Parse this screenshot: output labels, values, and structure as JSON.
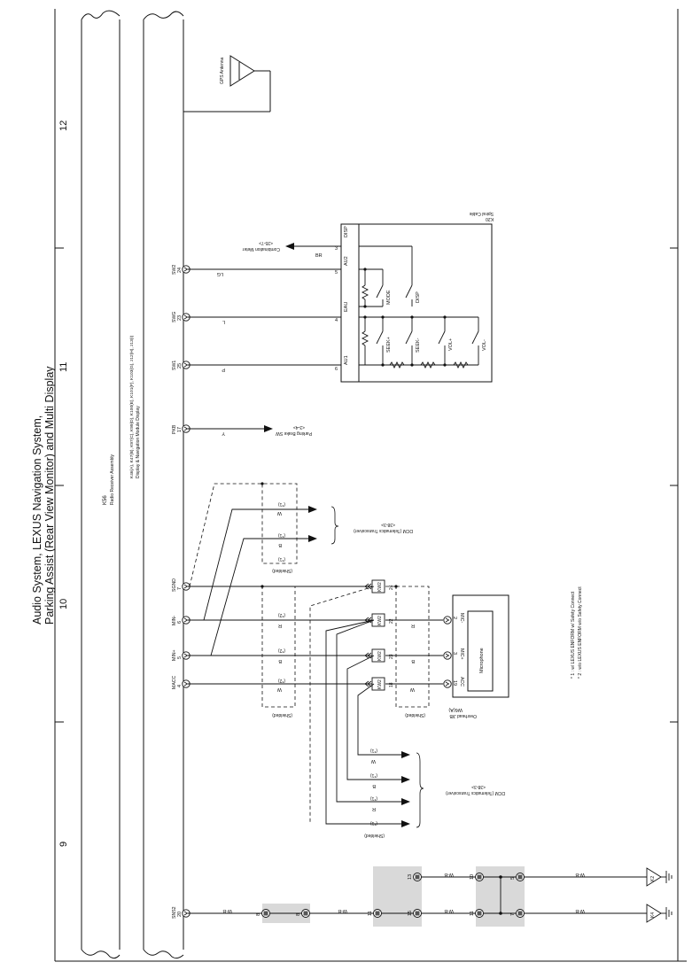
{
  "page": {
    "title_line1": "Audio System, LEXUS Navigation System,",
    "title_line2": "Parking Assist (Rear View Monitor) and Multi Display",
    "sheet_numbers": [
      "12",
      "11",
      "10",
      "9"
    ]
  },
  "components": {
    "radio": {
      "code": "K56",
      "name": "Radio Receiver Assembly"
    },
    "display": {
      "code": "K46(A), K47(B), K97(C), K99(D), K100(E), K101(F), K103(G), z12(H), z13(I)",
      "name": "Display & Navigation Module Display"
    },
    "gps": {
      "name": "GPS Antenna"
    },
    "spiral": {
      "code": "K20",
      "name": "Spiral Cable"
    },
    "overhead": {
      "code": "W6(A)",
      "name": "Overhead J/B",
      "inner": "Microphone"
    }
  },
  "pins": [
    {
      "name": "SW2",
      "num": "24"
    },
    {
      "name": "SWG",
      "num": "23"
    },
    {
      "name": "SW1",
      "num": "25"
    },
    {
      "name": "PKB",
      "num": "17"
    },
    {
      "name": "SGND",
      "num": "7"
    },
    {
      "name": "MIN-",
      "num": "6"
    },
    {
      "name": "MIN+",
      "num": "5"
    },
    {
      "name": "MACC",
      "num": "4"
    },
    {
      "name": "SNS2",
      "num": "20"
    }
  ],
  "wire_colors": {
    "sw2": "LG",
    "swg": "L",
    "sw1": "P",
    "pkb": "Y",
    "min_minus": "R",
    "min_plus": "B",
    "macc": "W",
    "dcm_w": "W",
    "dcm_b": "B",
    "disp": "BR",
    "sns": "W-B"
  },
  "spiral_terms": {
    "labels": [
      "DISP",
      "AU2",
      "EAU",
      "AU1"
    ],
    "nums": [
      "3",
      "5",
      "4",
      "6"
    ],
    "switches": [
      "MODE",
      "DISP",
      "SEEK+",
      "SEEK-",
      "VOL+",
      "VOL-"
    ]
  },
  "refs": {
    "comb_meter": "Combination Meter",
    "comb_meter_ref": "<35-7>",
    "parking_brake": "Parking Brake SW",
    "parking_brake_ref": "<3-4>",
    "dcm": "DCM (Telematics Transceiver)",
    "dcm_ref1": "<38-3>",
    "dcm_ref2": "<38-3>"
  },
  "shielded": "(Shielded)",
  "marks": {
    "star1": "(*1)",
    "star2": "(*2)"
  },
  "notes": [
    "* 1 : w/ LEXUS ENFORM w/ Safety Connect",
    "* 2 : w/o LEXUS ENFORM w/o Safety Connect"
  ],
  "kw": {
    "sgnd": "KW2",
    "min_minus": "KW2",
    "min_plus": "KW2",
    "macc": "KW2"
  },
  "kw_pins": {
    "sgnd": "24",
    "min_minus": "22",
    "min_plus": "23",
    "macc": "18"
  },
  "mic_pins": [
    {
      "name": "MIC-",
      "num": "2"
    },
    {
      "name": "MIC+",
      "num": "3"
    },
    {
      "name": "ACC",
      "num": "19"
    }
  ],
  "ground": {
    "conn1": {
      "left": "8",
      "right": "8"
    },
    "bottom_left": {
      "top": "11",
      "bottom": "15"
    },
    "bottom_right": {
      "top": "11",
      "bottom": "7"
    },
    "top_left": {
      "top": "13"
    },
    "top_right": {
      "top": "10",
      "bottom": "5"
    },
    "grounds": [
      "K2",
      "K4"
    ]
  }
}
